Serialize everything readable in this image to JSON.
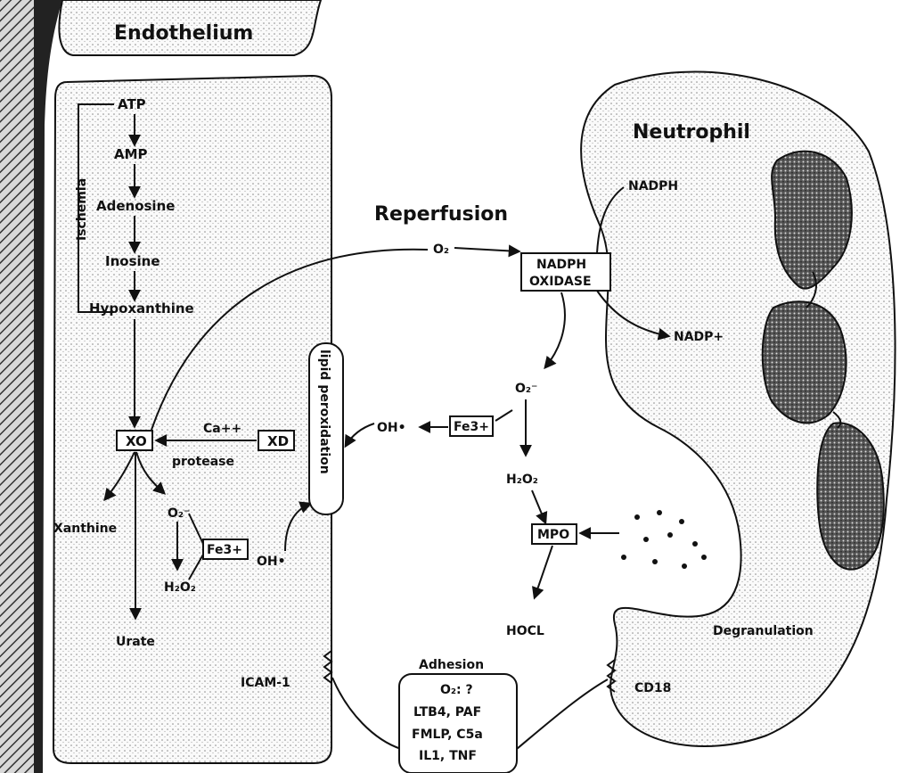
{
  "titles": {
    "endothelium": "Endothelium",
    "neutrophil": "Neutrophil",
    "reperfusion": "Reperfusion",
    "ischemia": "Ischemia"
  },
  "purine_pathway": [
    "ATP",
    "AMP",
    "Adenosine",
    "Inosine",
    "Hypoxanthine"
  ],
  "endothelial": {
    "xo": "XO",
    "xd": "XD",
    "ca": "Ca++",
    "protease": "protease",
    "xanthine": "Xanthine",
    "urate": "Urate",
    "o2_radical": "O₂⁻",
    "fe3": "Fe3+",
    "h2o2": "H₂O₂",
    "oh": "OH•",
    "lipid_peroxidation": "lipid peroxidation"
  },
  "neutrophil_side": {
    "nadph": "NADPH",
    "oxidase_line1": "NADPH",
    "oxidase_line2": "OXIDASE",
    "nadp": "NADP+",
    "o2": "O₂",
    "o2_radical": "O₂⁻",
    "fe": "Fe3+",
    "oh": "OH•",
    "h2o2": "H₂O₂",
    "mpo": "MPO",
    "hocl": "HOCL",
    "degranulation": "Degranulation",
    "cd18": "CD18"
  },
  "adhesion": {
    "title": "Adhesion",
    "icam": "ICAM-1",
    "lines": [
      "O₂: ?",
      "LTB4, PAF",
      "FMLP, C5a",
      "IL1, TNF"
    ]
  }
}
